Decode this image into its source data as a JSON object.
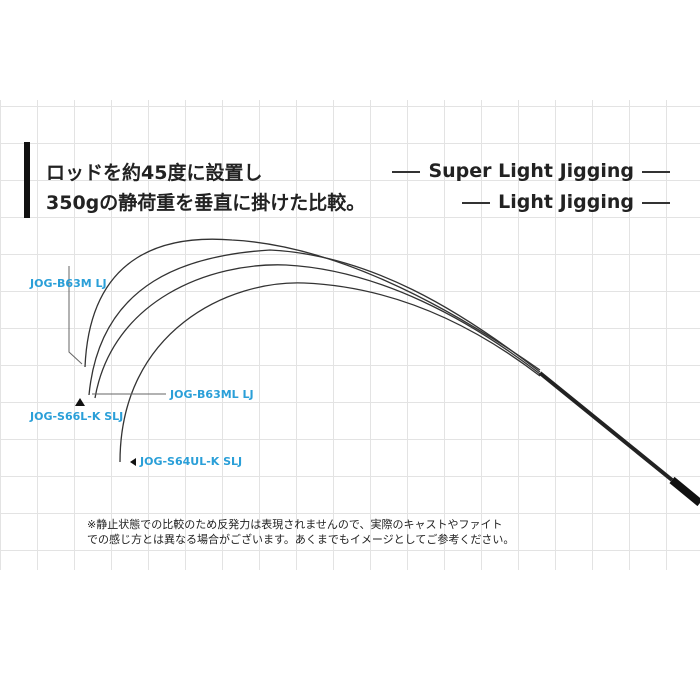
{
  "heading": {
    "line1": "ロッドを約45度に設置し",
    "line2": "350gの静荷重を垂直に掛けた比較。"
  },
  "legend": {
    "super_light": "Super Light Jigging",
    "light": "Light Jigging"
  },
  "rods": [
    {
      "label": "JOG-B63M LJ",
      "category": "Light Jigging"
    },
    {
      "label": "JOG-B63ML LJ",
      "category": "Light Jigging"
    },
    {
      "label": "JOG-S66L-K SLJ",
      "category": "Super Light Jigging"
    },
    {
      "label": "JOG-S64UL-K SLJ",
      "category": "Super Light Jigging"
    }
  ],
  "note": {
    "line1": "※静止状態での比較のため反発力は表現されませんので、実際のキャストやファイト",
    "line2": "での感じ方とは異なる場合がございます。あくまでもイメージとしてご参考ください。"
  },
  "colors": {
    "label": "#2a9fd8",
    "rod": "#333333"
  }
}
